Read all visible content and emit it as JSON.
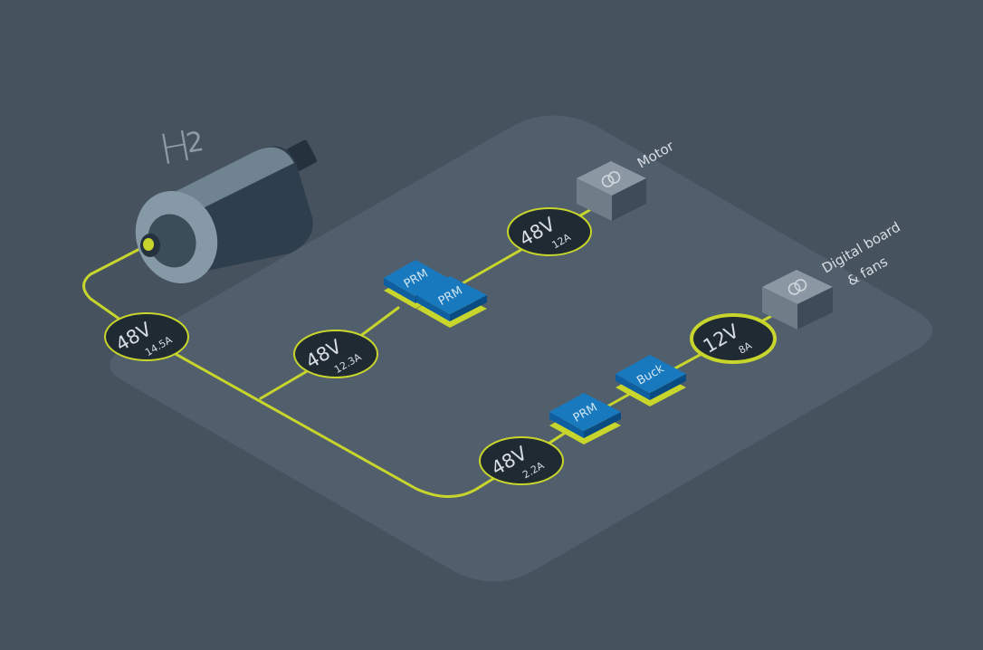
{
  "source": {
    "symbol": "H",
    "subscript": "2"
  },
  "badges": [
    {
      "voltage": "48V",
      "current": "14.5A"
    },
    {
      "voltage": "48V",
      "current": "12.3A"
    },
    {
      "voltage": "48V",
      "current": "12A"
    },
    {
      "voltage": "48V",
      "current": "2.2A"
    },
    {
      "voltage": "12V",
      "current": "8A"
    }
  ],
  "modules": [
    {
      "label": "PRM"
    },
    {
      "label": "PRM"
    },
    {
      "label": "PRM"
    },
    {
      "label": "Buck"
    }
  ],
  "loads": [
    {
      "label_lines": [
        "Motor"
      ]
    },
    {
      "label_lines": [
        "Digital board",
        "& fans"
      ]
    }
  ],
  "colors": {
    "background": "#46535f",
    "board": "#53626f",
    "wire": "#c8d52c",
    "badge_fill": "#1f2a33",
    "module": "#1979bf",
    "load_box": "#7f8d98"
  }
}
